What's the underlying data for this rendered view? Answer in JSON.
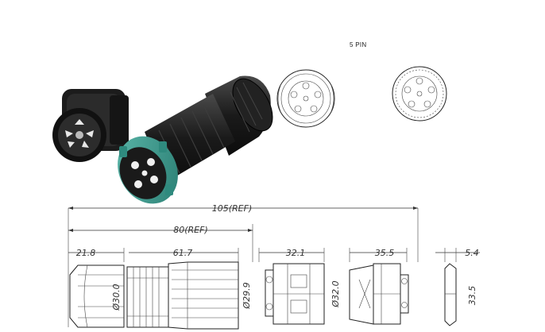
{
  "header": {
    "pin_label": "5 PIN"
  },
  "dimensions": {
    "overall_length": "105(REF)",
    "body_length": "80(REF)",
    "nut_length": "21.8",
    "sleeve_length": "61.7",
    "nut_diameter": "Ø30.0",
    "sleeve_diameter": "Ø29.9",
    "socket_length": "32.1",
    "socket_diameter": "Ø32.0",
    "panel_length": "35.5",
    "ring_thickness": "5.4",
    "ring_height": "33.5"
  },
  "colors": {
    "connector_body": "#1e1e1e",
    "coupling_ring": "#3d9c8f",
    "line": "#333333"
  },
  "icons": [
    "connector-photo-icon",
    "face-view-icon",
    "outline-drawing-icon"
  ]
}
